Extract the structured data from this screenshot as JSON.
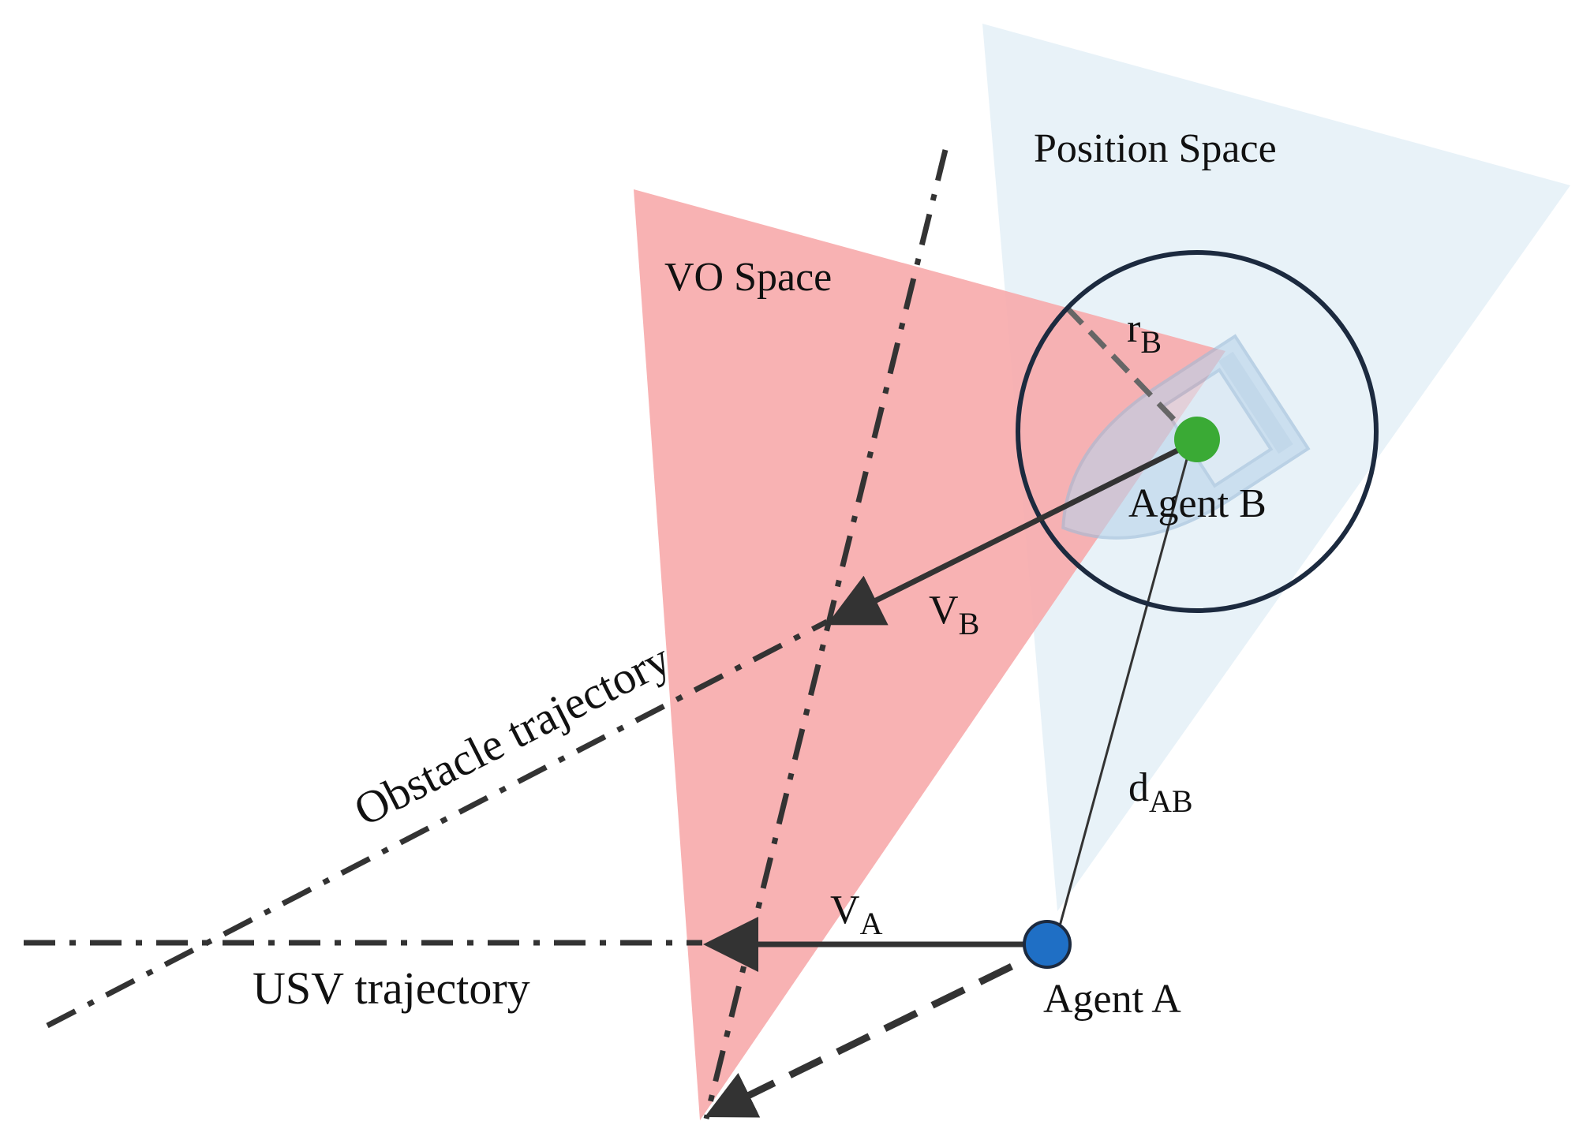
{
  "diagram": {
    "labels": {
      "position_space": "Position Space",
      "vo_space": "VO Space",
      "obstacle_trajectory": "Obstacle trajectory",
      "usv_trajectory": "USV trajectory",
      "agent_a": "Agent A",
      "agent_b": "Agent B",
      "r_b_main": "r",
      "r_b_sub": "B",
      "v_b_main": "V",
      "v_b_sub": "B",
      "v_a_main": "V",
      "v_a_sub": "A",
      "d_ab_main": "d",
      "d_ab_sub": "AB"
    },
    "colors": {
      "vo_space_fill": "#f7a7a8",
      "position_space_fill": "#e7f1f8",
      "agent_a_fill": "#1f6fc5",
      "agent_b_fill": "#3aaa35",
      "circle_stroke": "#1c2a3f",
      "arrow_stroke": "#333333",
      "dash_stroke": "#333333",
      "boat_fill": "#b9d3ea"
    }
  }
}
